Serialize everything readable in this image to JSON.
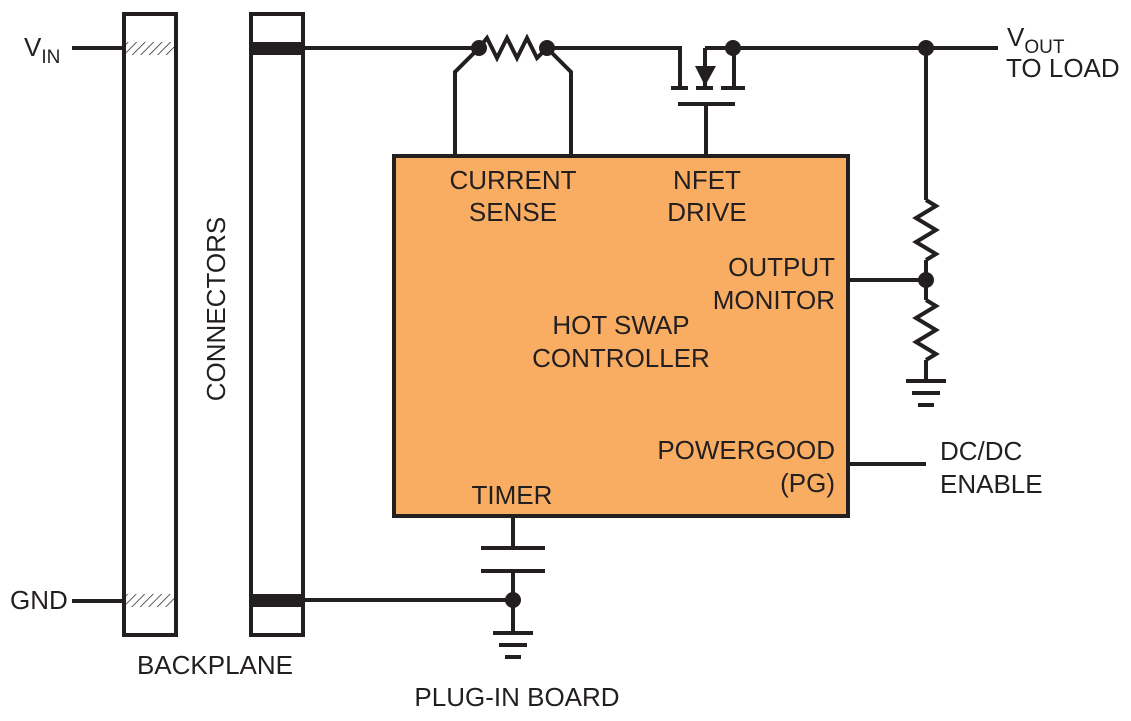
{
  "labels": {
    "vin_main": "V",
    "vin_sub": "IN",
    "gnd": "GND",
    "vout_main": "V",
    "vout_sub": "OUT",
    "to_load": "TO LOAD",
    "current_sense_1": "CURRENT",
    "current_sense_2": "SENSE",
    "nfet_drive_1": "NFET",
    "nfet_drive_2": "DRIVE",
    "output_monitor_1": "OUTPUT",
    "output_monitor_2": "MONITOR",
    "hot_swap_1": "HOT SWAP",
    "hot_swap_2": "CONTROLLER",
    "powergood_1": "POWERGOOD",
    "powergood_2": "(PG)",
    "dcdc_1": "DC/DC",
    "dcdc_2": "ENABLE",
    "timer": "TIMER",
    "connectors": "CONNECTORS",
    "backplane": "BACKPLANE",
    "plugin_board": "PLUG-IN BOARD"
  },
  "colors": {
    "controller_fill": "#f9ad62",
    "line": "#231f20",
    "background": "#ffffff"
  }
}
